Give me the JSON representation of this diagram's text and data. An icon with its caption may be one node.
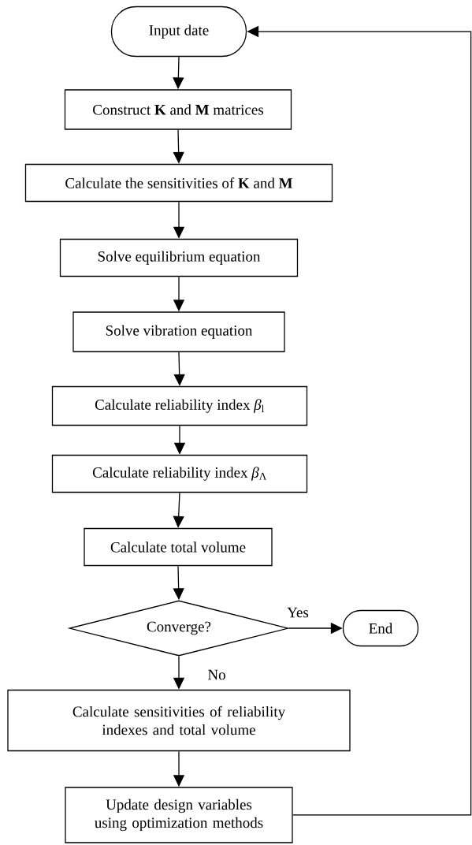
{
  "diagram": {
    "nodes": [
      {
        "text": [
          "Input date"
        ]
      },
      {
        "text": [
          "Construct **K** and **M** matrices"
        ]
      },
      {
        "text": [
          "Calculate the sensitivities of **K** and **M**"
        ]
      },
      {
        "text": [
          "Solve equilibrium equation"
        ]
      },
      {
        "text": [
          "Solve vibration equation"
        ]
      },
      {
        "text": [
          "Calculate reliability index *β*$_{l}$"
        ]
      },
      {
        "text": [
          "Calculate reliability index *β*$_{Λ}$"
        ]
      },
      {
        "text": [
          "Calculate total volume"
        ]
      },
      {
        "text": [
          "Converge?"
        ]
      },
      {
        "text": [
          "End"
        ]
      },
      {
        "text": [
          "Calculate sensitivities of reliability indexes and total volume"
        ]
      },
      {
        "text": [
          "Update design variables using optimization methods"
        ]
      }
    ],
    "edges": [
      {
        "from": 0,
        "to": 1,
        "arrow": "to"
      },
      {
        "from": 1,
        "to": 2,
        "arrow": "to"
      },
      {
        "from": 2,
        "to": 3,
        "arrow": "to"
      },
      {
        "from": 3,
        "to": 4,
        "arrow": "to"
      },
      {
        "from": 4,
        "to": 5,
        "arrow": "to"
      },
      {
        "from": 5,
        "to": 6,
        "arrow": "to"
      },
      {
        "from": 6,
        "to": 7,
        "arrow": "to"
      },
      {
        "from": 7,
        "to": 8,
        "arrow": "to"
      },
      {
        "from": 8,
        "to": 9,
        "arrow": "to",
        "label": "Yes"
      },
      {
        "from": 8,
        "to": 10,
        "arrow": "to",
        "label": "No"
      },
      {
        "from": 10,
        "to": 11,
        "arrow": "to"
      },
      {
        "from": 11,
        "to": 0,
        "arrow": "to"
      }
    ]
  }
}
